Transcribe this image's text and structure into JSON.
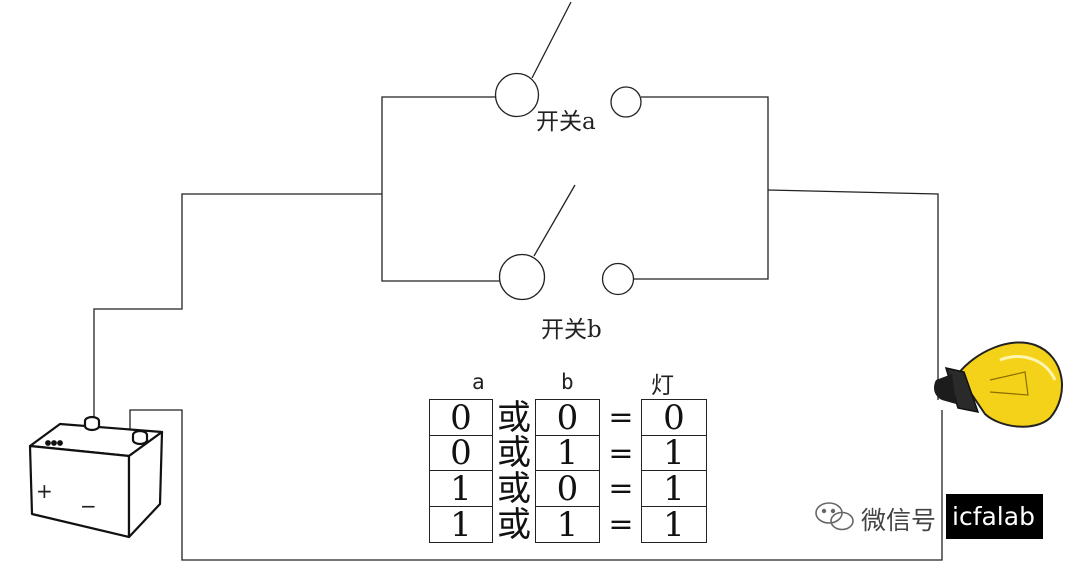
{
  "switches": {
    "a_label": "开关a",
    "b_label": "开关b"
  },
  "truth_table": {
    "headers": [
      "a",
      "b",
      "灯"
    ],
    "operator": "或",
    "equals": "=",
    "rows": [
      {
        "a": "0",
        "b": "0",
        "lamp": "0"
      },
      {
        "a": "0",
        "b": "1",
        "lamp": "1"
      },
      {
        "a": "1",
        "b": "0",
        "lamp": "1"
      },
      {
        "a": "1",
        "b": "1",
        "lamp": "1"
      }
    ]
  },
  "battery": {
    "plus": "+",
    "minus": "−"
  },
  "watermark": {
    "prefix": "微信号",
    "account": "icfalab",
    "icon": "wechat-icon"
  },
  "colors": {
    "wire": "#222222",
    "bulb_glass": "#f5d21a",
    "bulb_base": "#2a2a2a"
  }
}
